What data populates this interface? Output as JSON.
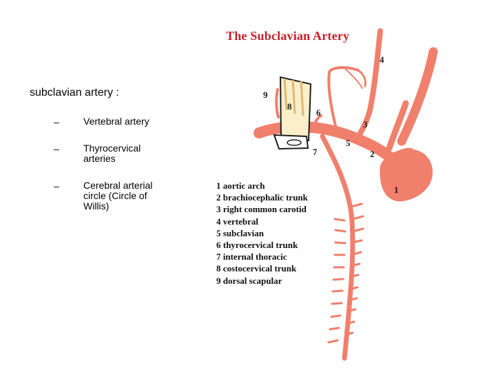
{
  "slide": {
    "heading": "subclavian artery :",
    "bullets": [
      {
        "dash": "–",
        "text": "Vertebral artery"
      },
      {
        "dash": "–",
        "text": "Thyrocervical arteries"
      },
      {
        "dash": "–",
        "text": "Cerebral arterial circle (Circle of Willis)"
      }
    ]
  },
  "figure": {
    "title": "The Subclavian Artery",
    "artery_color": "#f07f6c",
    "title_color": "#c81e28",
    "numbers": [
      "1",
      "2",
      "3",
      "4",
      "5",
      "6",
      "7",
      "8",
      "9"
    ],
    "legend": [
      "1 aortic arch",
      "2 brachiocephalic trunk",
      "3 right common carotid",
      "4 vertebral",
      "5 subclavian",
      "6 thyrocervical trunk",
      "7 internal thoracic",
      "8 costocervical trunk",
      "9 dorsal scapular"
    ]
  }
}
